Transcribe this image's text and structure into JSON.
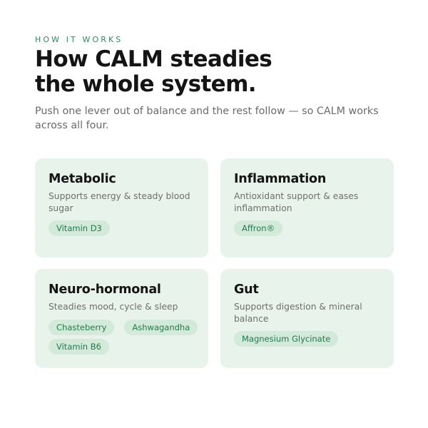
{
  "header": {
    "eyebrow": "HOW IT WORKS",
    "headline_line1": "How CALM steadies",
    "headline_line2": "the whole system.",
    "intro": "Push one lever out of balance and the rest follow — so CALM works across all four."
  },
  "systems": [
    {
      "title": "Metabolic",
      "description": "Supports energy & steady blood sugar",
      "ingredients": [
        "Vitamin D3"
      ]
    },
    {
      "title": "Inflammation",
      "description": "Antioxidant support & eases inflammation",
      "ingredients": [
        "Affron®"
      ]
    },
    {
      "title": "Neuro-hormonal",
      "description": "Steadies mood, cycle & sleep",
      "ingredients": [
        "Chasteberry",
        "Ashwagandha",
        "Vitamin B6"
      ]
    },
    {
      "title": "Gut",
      "description": "Supports digestion & mineral balance",
      "ingredients": [
        "Magnesium Glycinate"
      ]
    }
  ],
  "colors": {
    "accent": "#2f8a5e",
    "card_background": "#e8f3ec",
    "chip_background": "#d3e9da",
    "chip_text": "#237a4c"
  }
}
